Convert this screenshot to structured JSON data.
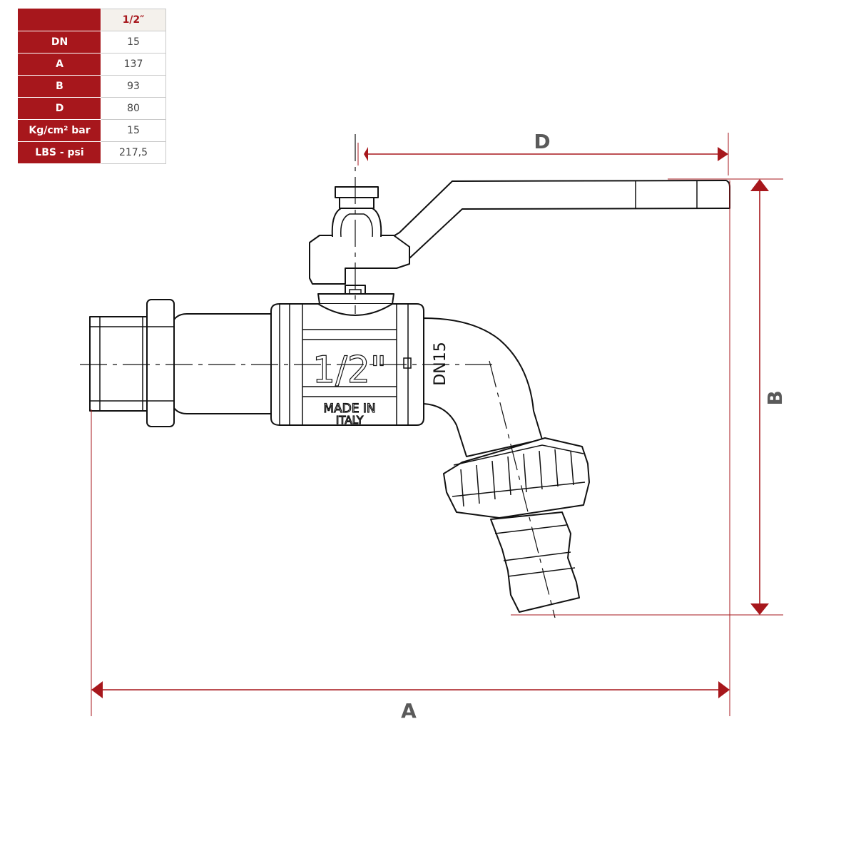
{
  "spec_table": {
    "header": {
      "label": "",
      "value": "1/2″"
    },
    "rows": [
      {
        "label": "DN",
        "value": "15"
      },
      {
        "label": "A",
        "value": "137"
      },
      {
        "label": "B",
        "value": "93"
      },
      {
        "label": "D",
        "value": "80"
      },
      {
        "label": "Kg/cm² bar",
        "value": "15"
      },
      {
        "label": "LBS - psi",
        "value": "217,5"
      }
    ]
  },
  "drawing": {
    "dimension_labels": {
      "a": "A",
      "b": "B",
      "d": "D"
    },
    "body_marking": {
      "size": "1/2\"",
      "dn": "DN15",
      "made_in_line1": "MADE IN",
      "made_in_line2": "ITALY"
    }
  },
  "colors": {
    "accent": "#a7171c",
    "line": "#111111",
    "label": "#5a5a5a"
  }
}
